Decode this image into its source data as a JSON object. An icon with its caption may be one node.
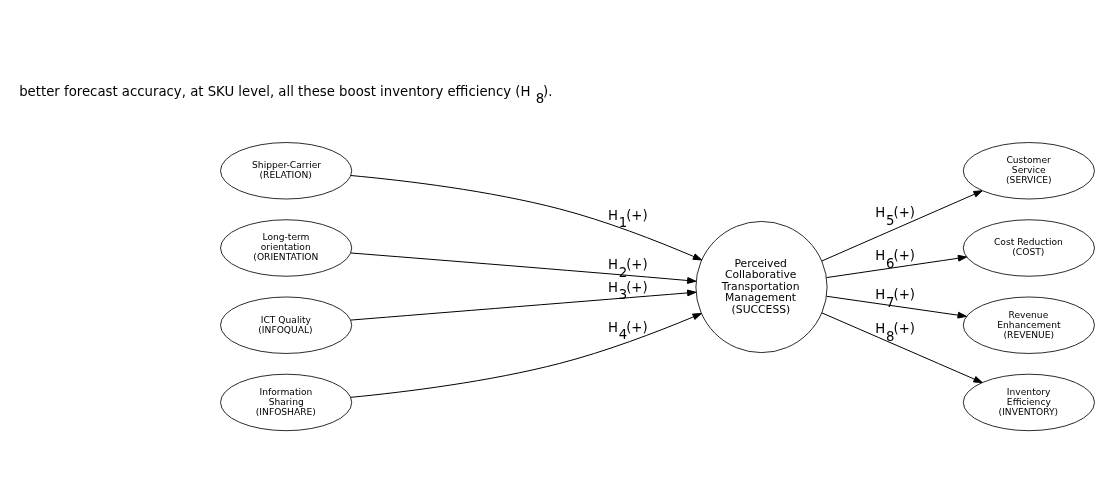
{
  "diagram": {
    "nodes": [
      {
        "text": [
          "Shipper-Carrier (RELATION)"
        ]
      },
      {
        "text": [
          "Long-term orientation (ORIENTATION"
        ]
      },
      {
        "text": [
          "ICT Quality (INFOQUAL)"
        ]
      },
      {
        "text": [
          "Information Sharing (INFOSHARE)"
        ]
      },
      {
        "text": [
          "Perceived Collaborative Transportation Management (SUCCESS)"
        ]
      },
      {
        "text": [
          "Customer Service (SERVICE)"
        ]
      },
      {
        "text": [
          "Cost Reduction (COST)"
        ]
      },
      {
        "text": [
          "Revenue Enhancement (REVENUE)"
        ]
      },
      {
        "text": [
          "Inventory Efficiency (INVENTORY)"
        ]
      }
    ],
    "edges": [
      {
        "from": 0,
        "to": 4,
        "arrow": "to",
        "label": "H$_{1}$(+)"
      },
      {
        "from": 1,
        "to": 4,
        "arrow": "to",
        "label": "H$_{2}$(+)"
      },
      {
        "from": 2,
        "to": 4,
        "arrow": "to",
        "label": "H$_{3}$(+)"
      },
      {
        "from": 3,
        "to": 4,
        "arrow": "to",
        "label": "H$_{4}$(+)"
      },
      {
        "from": 4,
        "to": 5,
        "arrow": "to",
        "label": "H$_{5}$(+)"
      },
      {
        "from": 4,
        "to": 6,
        "arrow": "to",
        "label": "H$_{6}$(+)"
      },
      {
        "from": 4,
        "to": 7,
        "arrow": "to",
        "label": "H$_{7}$(+)"
      },
      {
        "from": 4,
        "to": 8,
        "arrow": "to",
        "label": "H$_{8}$(+)"
      }
    ],
    "labels": [
      "better forecast accuracy, at SKU level, all these boost inventory efficiency (H$_{8}$)."
    ]
  }
}
